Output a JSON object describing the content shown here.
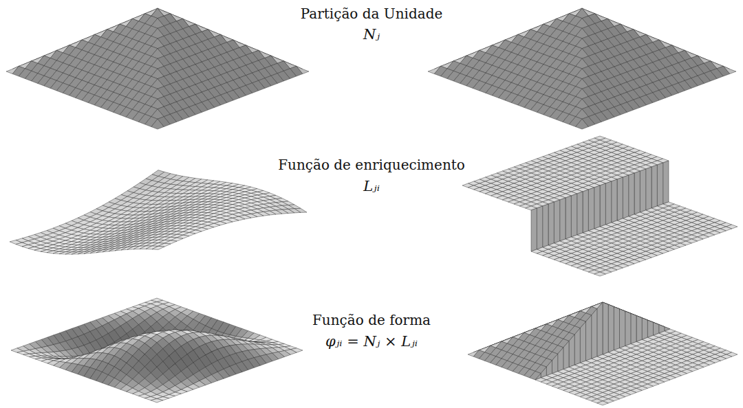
{
  "diagram": {
    "labels": [
      "Partição da Unidade",
      "Nⱼ",
      "Função de enriquecimento",
      "Lⱼᵢ",
      "Função de forma",
      "φⱼᵢ = Nⱼ × Lⱼᵢ"
    ]
  }
}
